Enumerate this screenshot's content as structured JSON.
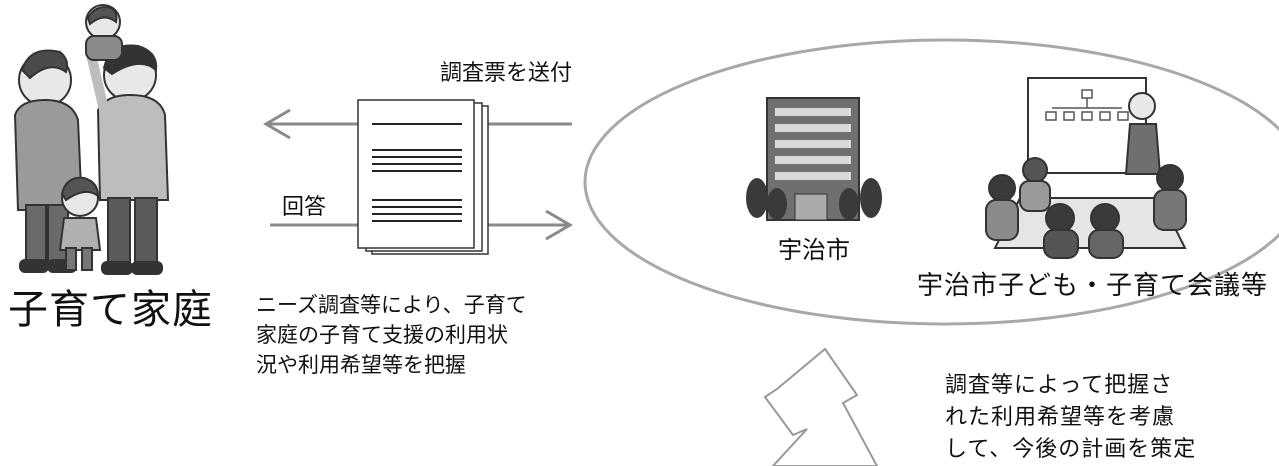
{
  "family": {
    "label": "子育て家庭"
  },
  "flow": {
    "send_label": "調査票を送付",
    "reply_label": "回答",
    "survey_description": "ニーズ調査等により、子育て\n家庭の子育て支援の利用状\n況や利用希望等を把握"
  },
  "city": {
    "city_label": "宇治市",
    "council_label": "宇治市子ども・子育て会議等"
  },
  "plan": {
    "description": "調査等によって把握さ\nれた利用希望等を考慮\nして、今後の計画を策定"
  },
  "colors": {
    "arrow": "#8a8a8a",
    "ellipse": "#a8a8a8",
    "illustration_dark": "#555555",
    "illustration_mid": "#9a9a9a"
  },
  "icons": [
    "family-illustration",
    "document-stack-icon",
    "city-hall-building-icon",
    "council-meeting-illustration",
    "down-arrow-icon"
  ]
}
